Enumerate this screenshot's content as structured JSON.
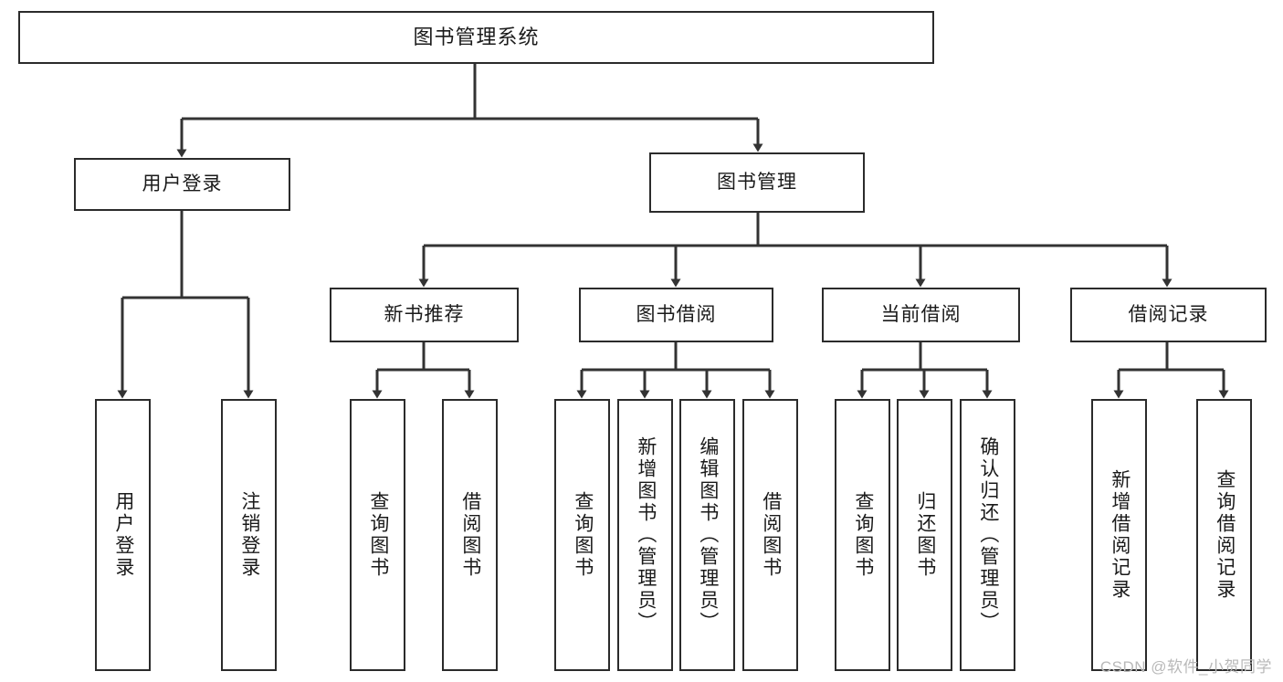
{
  "diagram": {
    "title": "图书管理系统",
    "type": "functional-structure-tree",
    "root": {
      "label": "图书管理系统"
    },
    "tier2": [
      {
        "label": "用户登录"
      },
      {
        "label": "图书管理"
      }
    ],
    "tier3": [
      {
        "label": "新书推荐"
      },
      {
        "label": "图书借阅"
      },
      {
        "label": "当前借阅"
      },
      {
        "label": "借阅记录"
      }
    ],
    "leaves": {
      "user_login": [
        {
          "label": "用户登录"
        },
        {
          "label": "注销登录"
        }
      ],
      "new_book_recommend": [
        {
          "label": "查询图书"
        },
        {
          "label": "借阅图书"
        }
      ],
      "book_borrow": [
        {
          "label": "查询图书"
        },
        {
          "label": "新增图书（管理员）"
        },
        {
          "label": "编辑图书（管理员）"
        },
        {
          "label": "借阅图书"
        }
      ],
      "current_borrow": [
        {
          "label": "查询图书"
        },
        {
          "label": "归还图书"
        },
        {
          "label": "确认归还（管理员）"
        }
      ],
      "borrow_record": [
        {
          "label": "新增借阅记录"
        },
        {
          "label": "查询借阅记录"
        }
      ]
    }
  },
  "watermark": {
    "text": "CSDN @软件_小贺同学"
  },
  "colors": {
    "box_border": "#2b2b2b",
    "box_fill": "#ffffff",
    "line": "#333333",
    "text": "#1a1a1a",
    "watermark": "#b9b9b9",
    "background": "#ffffff"
  }
}
